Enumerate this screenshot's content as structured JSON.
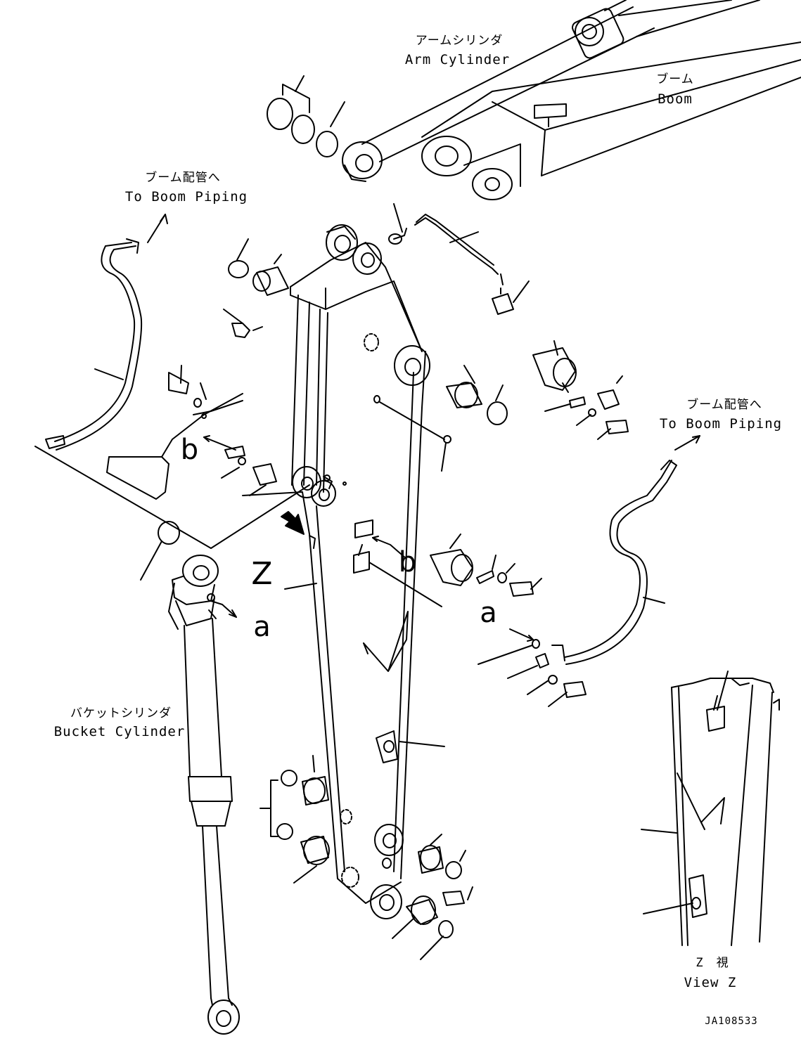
{
  "labels": {
    "arm_cylinder_jp": "アームシリンダ",
    "arm_cylinder_en": "Arm Cylinder",
    "boom_jp": "ブーム",
    "boom_en": "Boom",
    "to_boom_piping_left_jp": "ブーム配管へ",
    "to_boom_piping_left_en": "To Boom Piping",
    "to_boom_piping_right_jp": "ブーム配管へ",
    "to_boom_piping_right_en": "To Boom Piping",
    "bucket_cylinder_jp": "バケットシリンダ",
    "bucket_cylinder_en": "Bucket Cylinder",
    "view_z_jp": "Z　視",
    "view_z_en": "View Z",
    "ref_b_left": "b",
    "ref_b_right": "b",
    "ref_a_left": "a",
    "ref_a_right": "a",
    "view_z_marker": "Z",
    "drawing_code": "JA108533"
  },
  "colors": {
    "line": "#000000",
    "background": "#ffffff"
  }
}
